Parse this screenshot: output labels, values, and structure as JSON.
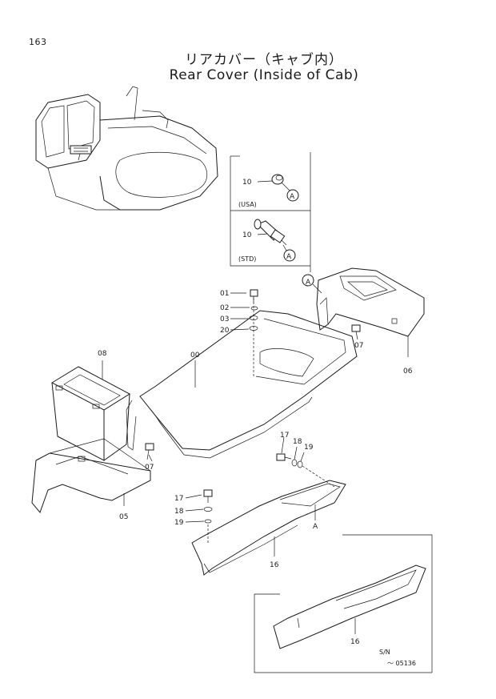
{
  "page_number": "163",
  "title_ja": "リアカバー（キャブ内）",
  "title_en": "Rear Cover (Inside of Cab)",
  "variants": {
    "usa": {
      "part": "10",
      "label": "(USA)",
      "ref": "A"
    },
    "std": {
      "part": "10",
      "label": "(STD)",
      "ref": "A"
    }
  },
  "callouts": {
    "p01": "01",
    "p02": "02",
    "p03": "03",
    "p20": "20",
    "p00": "00",
    "p08": "08",
    "p07a": "07",
    "p07b": "07",
    "p06": "06",
    "p05": "05",
    "p17a": "17",
    "p18a": "18",
    "p19a": "19",
    "p17b": "17",
    "p18b": "18",
    "p19b": "19",
    "p16a": "16",
    "p16b": "16",
    "refA1": "A",
    "refA2": "A"
  },
  "serial": {
    "label": "S/N",
    "range": "～ 05136"
  }
}
